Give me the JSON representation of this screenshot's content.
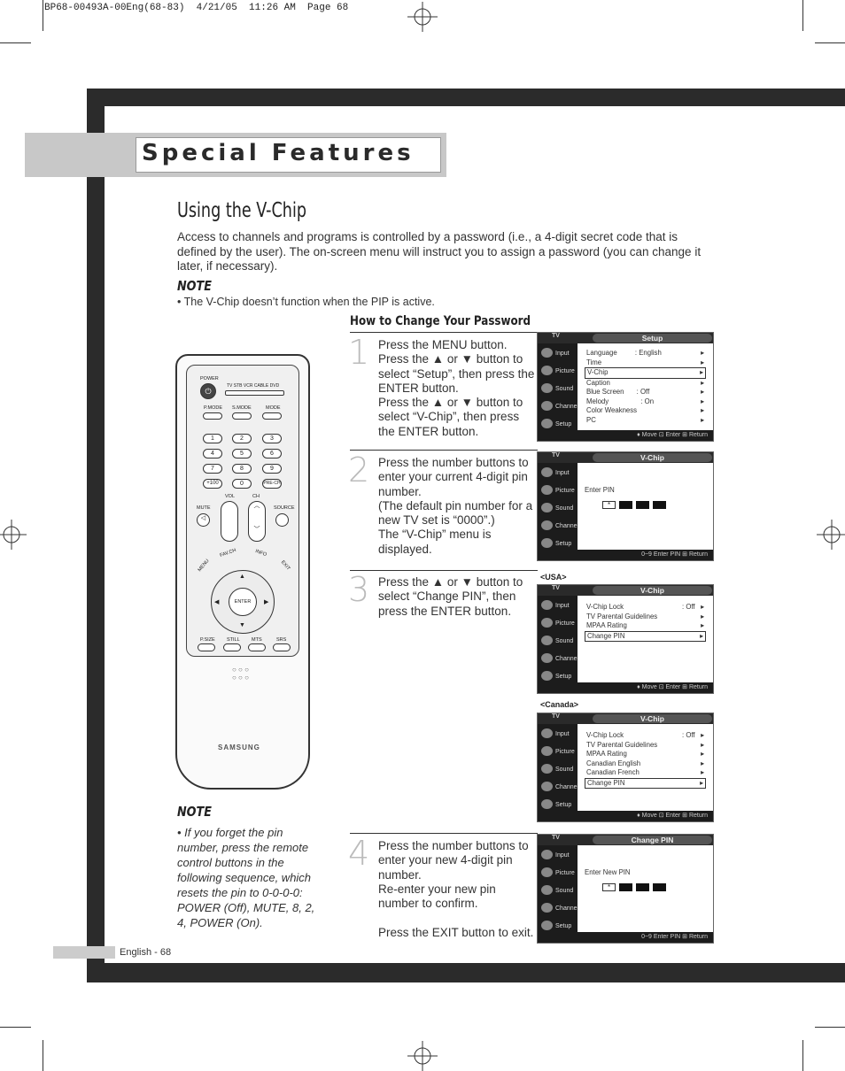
{
  "print_header": "BP68-00493A-00Eng(68-83)  4/21/05  11:26 AM  Page 68",
  "section_title": "Special Features",
  "heading": "Using the V-Chip",
  "intro": "Access to channels and programs is controlled by a password (i.e., a 4-digit secret code that is defined by the user). The on-screen menu will instruct you to assign a password (you can change it later, if necessary).",
  "note_label": "NOTE",
  "note1": "• The V-Chip doesn’t function when the PIP is active.",
  "subheading": "How to Change Your Password",
  "steps": [
    {
      "num": "1",
      "text": "Press the MENU button.\nPress the ▲ or ▼ button to select “Setup”, then press the ENTER button.\nPress the ▲ or ▼ button to select “V-Chip”, then press the ENTER button."
    },
    {
      "num": "2",
      "text": "Press the number buttons to enter your current 4-digit pin number.\n(The default pin number for a new TV set is “0000”.)\nThe “V-Chip” menu is displayed."
    },
    {
      "num": "3",
      "text": "Press the ▲ or ▼ button to select “Change PIN”, then press the ENTER button."
    },
    {
      "num": "4",
      "text": "Press the number buttons to enter your new 4-digit pin number.\nRe-enter your new pin number to confirm.\n\nPress the EXIT button to exit."
    }
  ],
  "note2": "• If you forget the pin number, press the remote control buttons in the following sequence, which resets the pin to 0-0-0-0: POWER (Off), MUTE, 8, 2, 4, POWER (On).",
  "footer": "English - 68",
  "tv_common": {
    "tv": "TV",
    "menu": [
      "Input",
      "Picture",
      "Sound",
      "Channel",
      "Setup"
    ],
    "nav_move_enter_return": "♦ Move   ⊡ Enter   ⊞ Return",
    "nav_pin_return": "0~9 Enter PIN        ⊞ Return"
  },
  "screens": {
    "setup": {
      "title": "Setup",
      "rows": [
        [
          "Language",
          ": English"
        ],
        [
          "Time",
          ""
        ],
        [
          "V-Chip",
          ""
        ],
        [
          "Caption",
          ""
        ],
        [
          "Blue Screen",
          ": Off"
        ],
        [
          "Melody",
          ": On"
        ],
        [
          "Color Weakness",
          ""
        ],
        [
          "PC",
          ""
        ]
      ]
    },
    "vchip_pin": {
      "title": "V-Chip",
      "prompt": "Enter PIN",
      "first": "*"
    },
    "usa_label": "<USA>",
    "vchip_usa": {
      "title": "V-Chip",
      "rows": [
        [
          "V-Chip Lock",
          ": Off"
        ],
        [
          "TV Parental Guidelines",
          ""
        ],
        [
          "MPAA Rating",
          ""
        ],
        [
          "Change PIN",
          ""
        ]
      ]
    },
    "canada_label": "<Canada>",
    "vchip_canada": {
      "title": "V-Chip",
      "rows": [
        [
          "V-Chip Lock",
          ": Off"
        ],
        [
          "TV Parental Guidelines",
          ""
        ],
        [
          "MPAA Rating",
          ""
        ],
        [
          "Canadian English",
          ""
        ],
        [
          "Canadian French",
          ""
        ],
        [
          "Change PIN",
          ""
        ]
      ]
    },
    "change_pin": {
      "title": "Change PIN",
      "prompt": "Enter New PIN",
      "first": "*"
    }
  },
  "remote": {
    "power": "POWER",
    "sources": "TV  STB  VCR  CABLE  DVD",
    "modes": [
      "P.MODE",
      "S.MODE",
      "MODE"
    ],
    "digits": [
      "1",
      "2",
      "3",
      "4",
      "5",
      "6",
      "7",
      "8",
      "9",
      "+100",
      "0",
      "PRE-CH"
    ],
    "mute": "MUTE",
    "vol": "VOL",
    "ch": "CH",
    "source": "SOURCE",
    "menu": "MENU",
    "fav": "FAV.CH",
    "info": "INFO",
    "exit": "EXIT",
    "enter": "ENTER",
    "bottom": [
      "P.SIZE",
      "STILL",
      "MTS",
      "SRS"
    ],
    "brand": "SAMSUNG"
  }
}
